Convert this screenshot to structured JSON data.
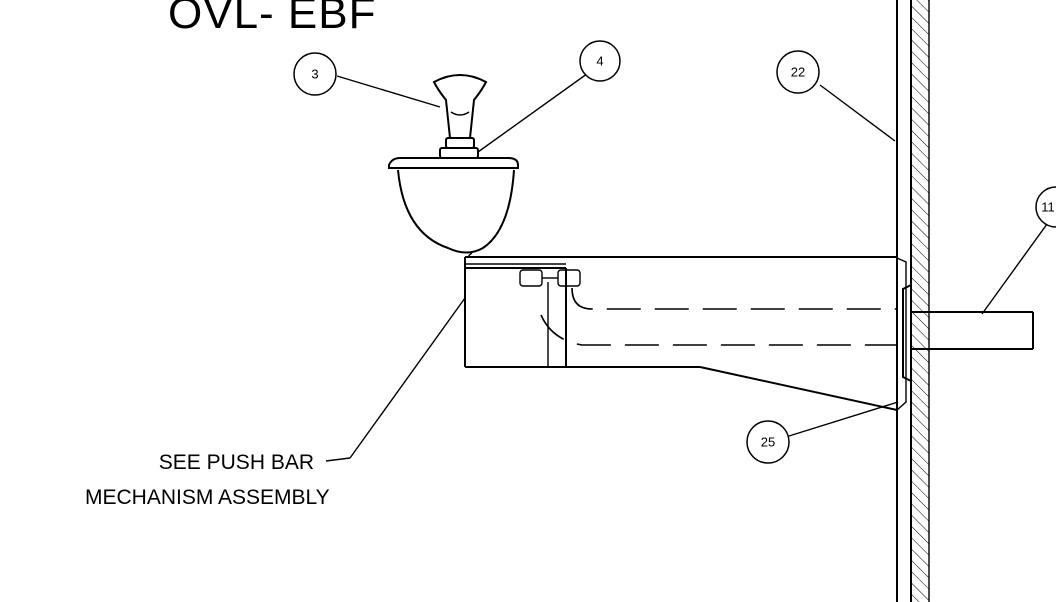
{
  "title": "OVL- EBF",
  "callouts": {
    "c3": "3",
    "c4": "4",
    "c22": "22",
    "c11": "11",
    "c25": "25"
  },
  "note": {
    "line1": "SEE PUSH BAR",
    "line2": "MECHANISM ASSEMBLY"
  }
}
